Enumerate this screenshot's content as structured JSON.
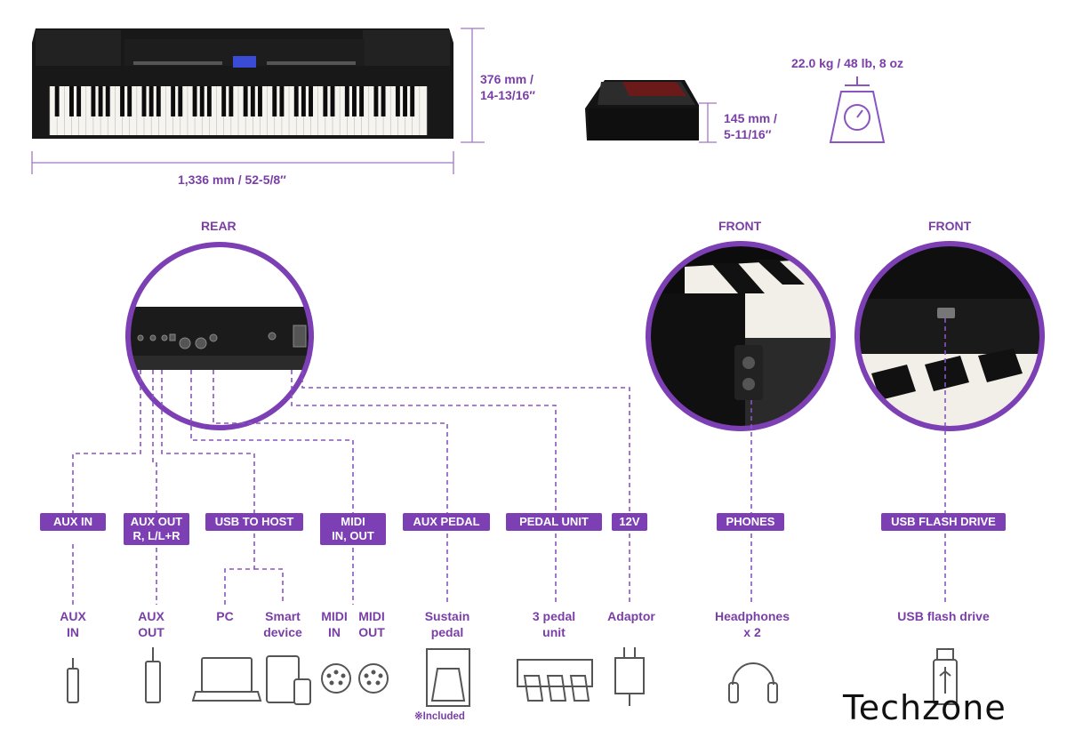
{
  "dimensions": {
    "width": "1,336 mm / 52-5/8″",
    "depth_line1": "376 mm /",
    "depth_line2": "14-13/16″",
    "height_line1": "145 mm /",
    "height_line2": "5-11/16″",
    "weight": "22.0 kg / 48 lb, 8 oz"
  },
  "sections": {
    "rear": "REAR",
    "front_left": "FRONT",
    "front_right": "FRONT"
  },
  "connectors": [
    {
      "pill": "AUX IN",
      "label": "AUX\nIN"
    },
    {
      "pill": "AUX OUT\nR, L/L+R",
      "label": "AUX\nOUT"
    },
    {
      "pill": "USB TO HOST",
      "label_a": "PC",
      "label_b": "Smart\ndevice"
    },
    {
      "pill": "MIDI\nIN, OUT",
      "label_a": "MIDI\nIN",
      "label_b": "MIDI\nOUT"
    },
    {
      "pill": "AUX PEDAL",
      "label": "Sustain\npedal",
      "note": "※Included"
    },
    {
      "pill": "PEDAL UNIT",
      "label": "3 pedal\nunit"
    },
    {
      "pill": "12V",
      "label": "Adaptor"
    },
    {
      "pill": "PHONES",
      "label": "Headphones\nx 2"
    },
    {
      "pill": "USB FLASH DRIVE",
      "label": "USB flash drive"
    }
  ],
  "brand": {
    "logo": "Techzone"
  },
  "colors": {
    "accent": "#7c3fb4",
    "text": "#7a3fa6",
    "instrument": "#141414"
  },
  "icons": [
    "audio-jack-icon",
    "audio-jack-icon",
    "laptop-icon",
    "tablet-icon",
    "midi-connector-icon",
    "midi-connector-icon",
    "sustain-pedal-icon",
    "three-pedal-unit-icon",
    "power-adaptor-icon",
    "headphones-icon",
    "usb-drive-icon",
    "scale-icon"
  ]
}
